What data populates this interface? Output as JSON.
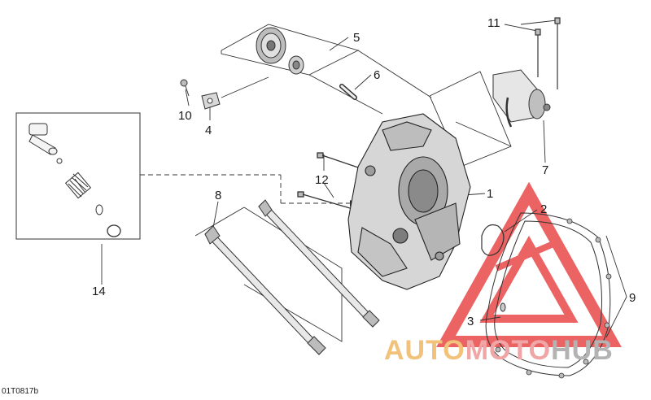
{
  "diagram": {
    "callouts": [
      "1",
      "2",
      "3",
      "4",
      "5",
      "6",
      "7",
      "8",
      "9",
      "10",
      "11",
      "12",
      "14"
    ],
    "figure_code": "01T0817b"
  },
  "watermark": {
    "part1": "AUTO",
    "part2": "MOTO",
    "part3": "HUB",
    "colors": {
      "auto": "#f2c27a",
      "moto": "#f0a6a6",
      "hub": "#b3b3b3",
      "triangle": "#e84848"
    }
  }
}
